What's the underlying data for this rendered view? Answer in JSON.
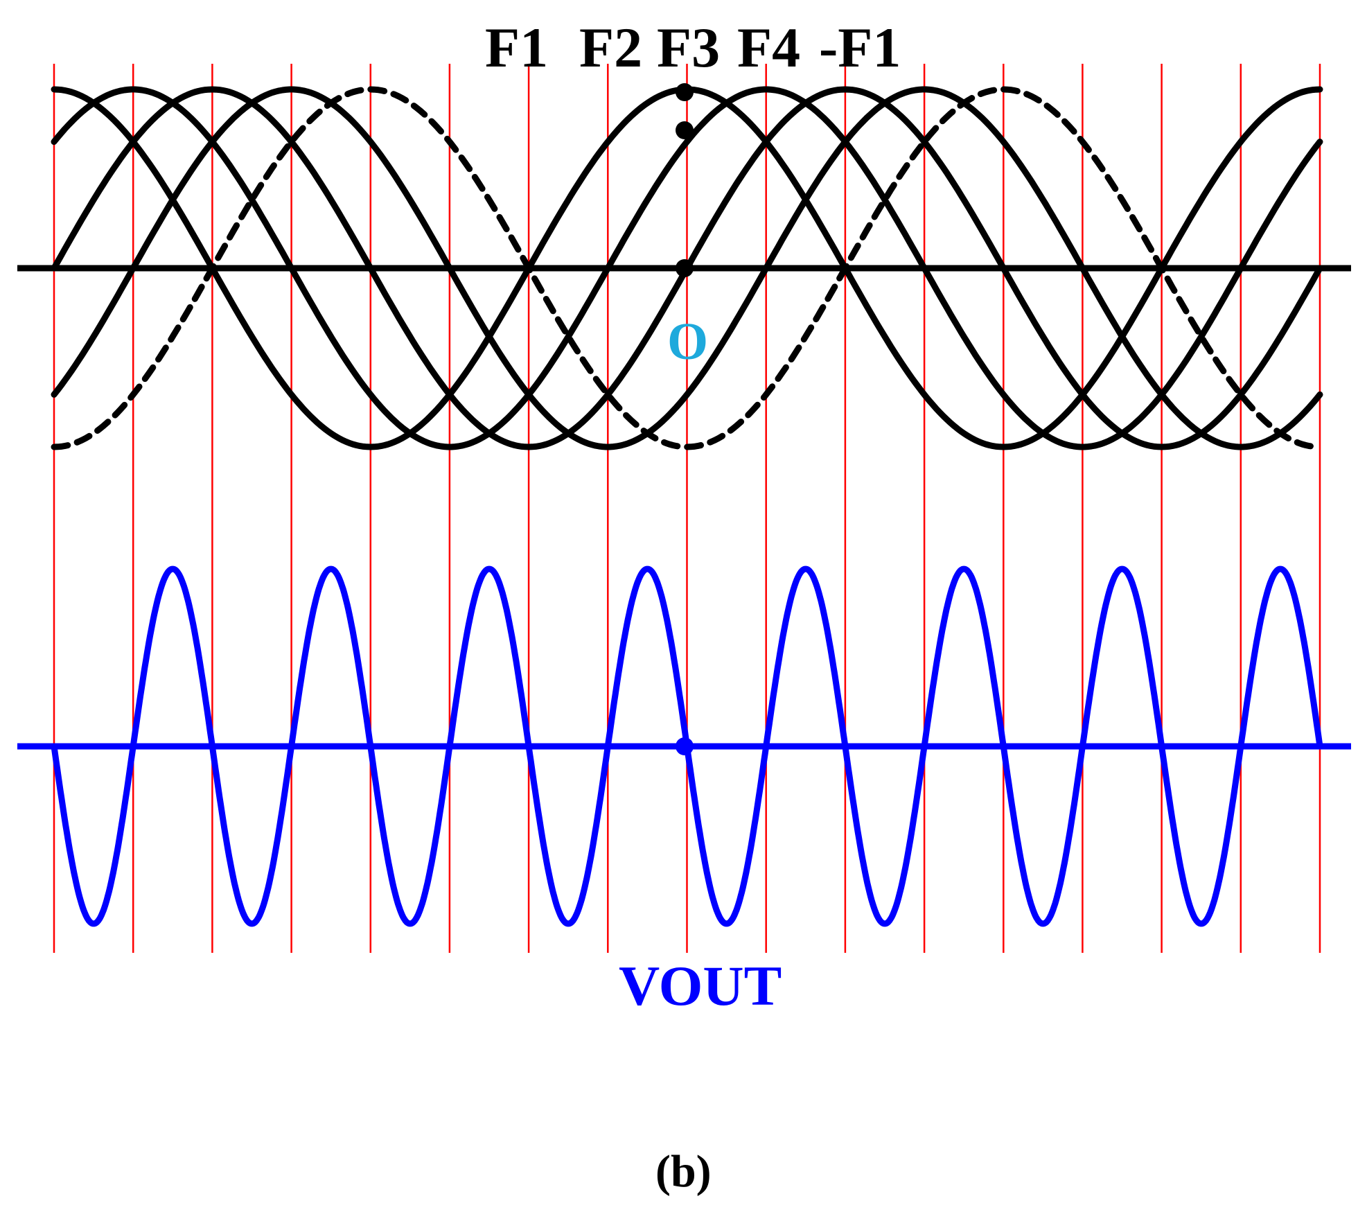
{
  "labels": {
    "f1": "F1",
    "f2": "F2",
    "f3": "F3",
    "f4": "F4",
    "neg_f1": "-F1",
    "origin": "O",
    "vout": "VOUT",
    "caption": "(b)"
  },
  "colors": {
    "phase_curves": "#000000",
    "grid_lines": "#ff0000",
    "vout_wave": "#0000ff",
    "origin_label": "#1ea9dc"
  },
  "diagram": {
    "phase_signals": {
      "name_order": [
        "F1",
        "F2",
        "F3",
        "F4",
        "-F1"
      ],
      "waveform": "sine",
      "periods_shown": 2,
      "phase_steps_deg": [
        0,
        45,
        90,
        135,
        180
      ],
      "dashed_signal": "-F1"
    },
    "output_signal": {
      "name": "VOUT",
      "waveform": "sine",
      "frequency_multiplier": 4,
      "periods_shown": 8
    },
    "grid": {
      "vertical_marker_count": 17,
      "marker_spacing_deg": 45
    },
    "markers": {
      "phase_dots": 3,
      "vout_dots": 1
    }
  }
}
